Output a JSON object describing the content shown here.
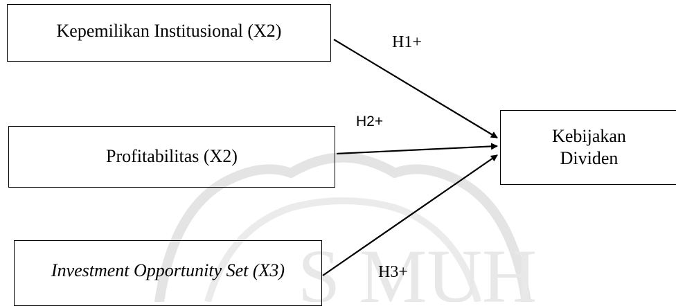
{
  "diagram": {
    "nodes": {
      "x1": {
        "label": "Kepemilikan Institusional (X2)"
      },
      "x2": {
        "label": "Profitabilitas (X2)"
      },
      "x3": {
        "label": "Investment Opportunity Set (X3)"
      },
      "y": {
        "label_line1": "Kebijakan",
        "label_line2": "Dividen"
      }
    },
    "edges": [
      {
        "from": "x1",
        "to": "y",
        "label": "H1+"
      },
      {
        "from": "x2",
        "to": "y",
        "label": "H2+"
      },
      {
        "from": "x3",
        "to": "y",
        "label": "H3+"
      }
    ],
    "line_color": "#000000",
    "watermark_color": "#e6e6e6"
  }
}
